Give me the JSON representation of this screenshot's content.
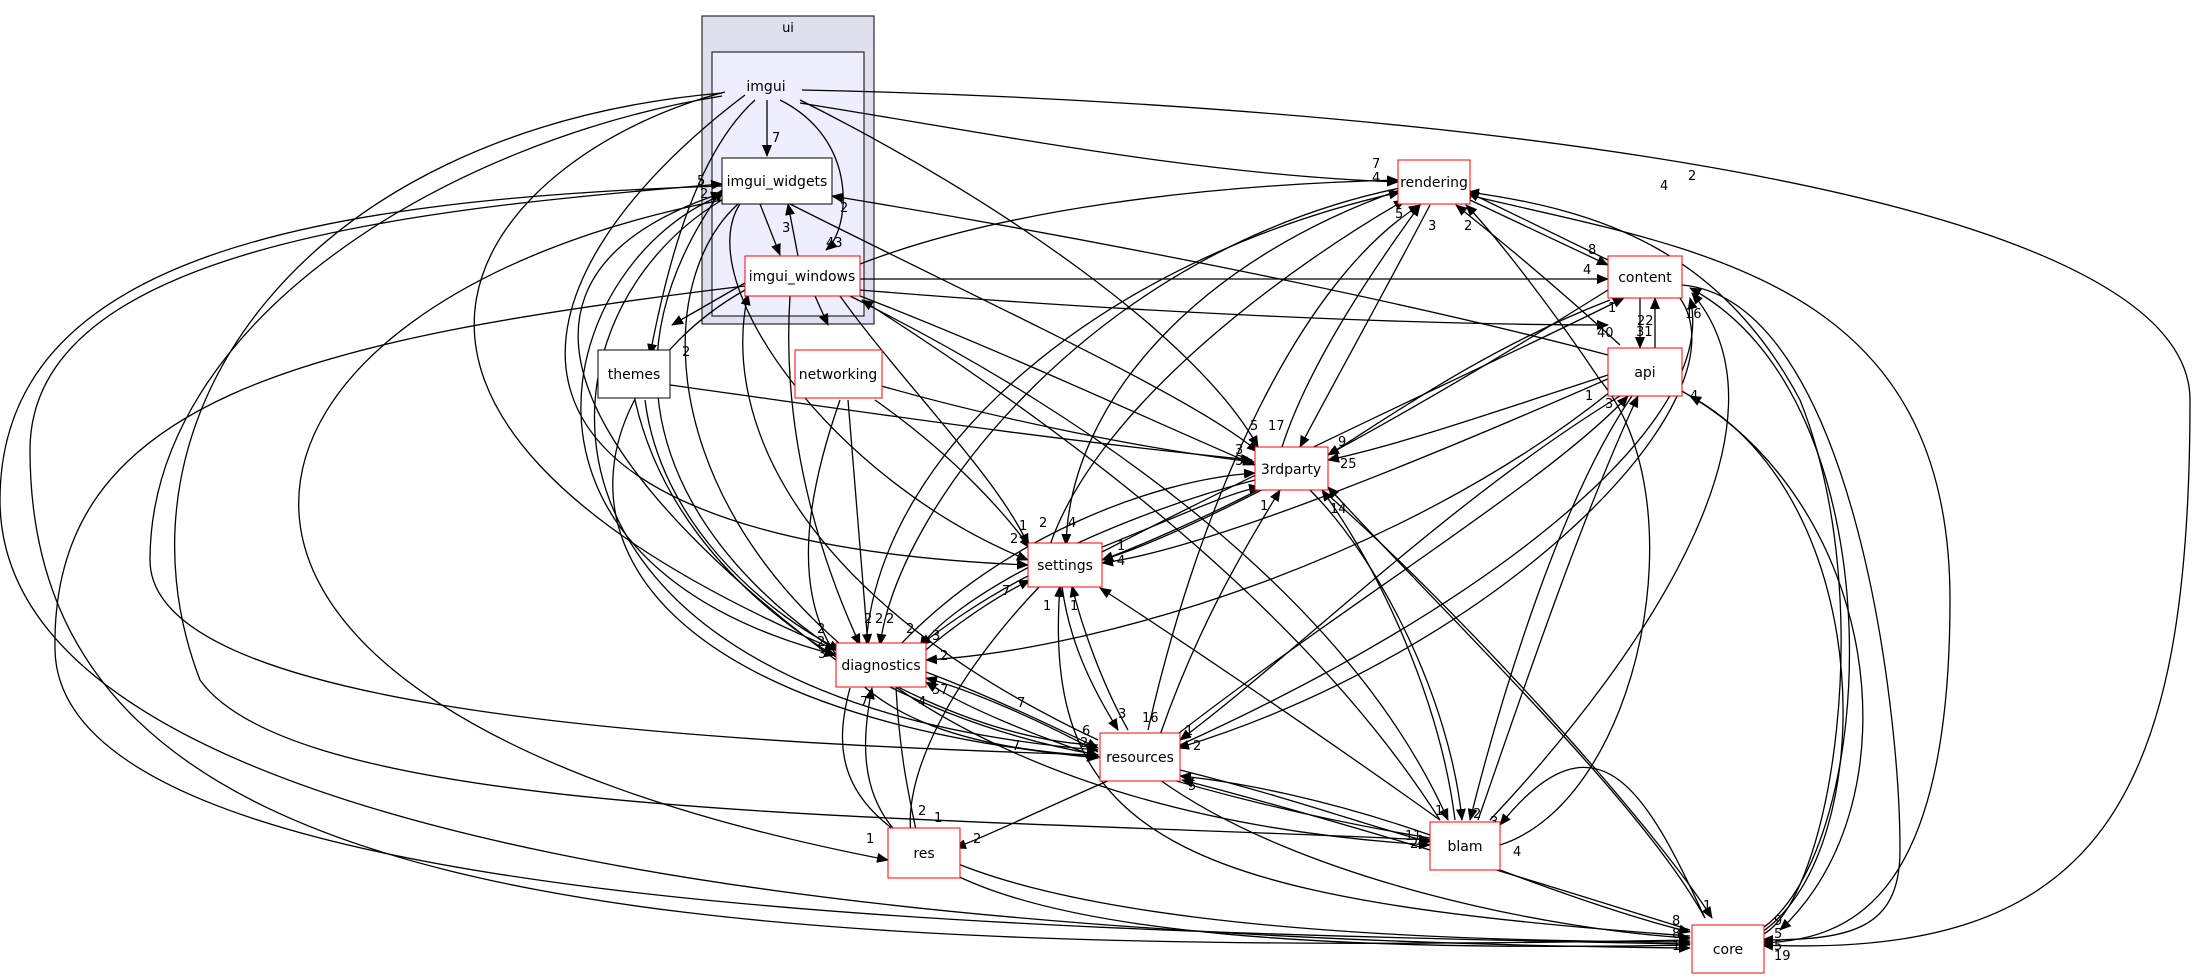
{
  "colors": {
    "outer_cluster_fill": "#dfdfef",
    "inner_cluster_fill": "#eeeeff",
    "node_border_internal": "#000000",
    "node_border_external": "#ff0000",
    "edge": "#000000"
  },
  "clusters": {
    "ui": "ui",
    "imgui": "imgui"
  },
  "nodes": {
    "imgui_widgets": "imgui_widgets",
    "imgui_windows": "imgui_windows",
    "themes": "themes",
    "networking": "networking",
    "rendering": "rendering",
    "content": "content",
    "api": "api",
    "thirdparty": "3rdparty",
    "settings": "settings",
    "diagnostics": "diagnostics",
    "resources": "resources",
    "res": "res",
    "blam": "blam",
    "core": "core"
  },
  "edge_labels": {
    "e01": "7",
    "e02": "2",
    "e03": "43",
    "e04": "3",
    "e05": "5",
    "e06": "2",
    "e07": "2",
    "e08": "7",
    "e09": "4",
    "e10": "5",
    "e11": "3",
    "e12": "2",
    "e13": "8",
    "e14": "4",
    "e15": "16",
    "e16": "1",
    "e17": "22",
    "e18": "31",
    "e19": "40",
    "e20": "6",
    "e21": "17",
    "e22": "9",
    "e23": "9",
    "e24": "25",
    "e25": "5",
    "e26": "3",
    "e27": "1",
    "e28": "14",
    "e29": "3",
    "e30": "1",
    "e31": "4",
    "e32": "1",
    "e33": "2",
    "e34": "2",
    "e35": "7",
    "e36": "1",
    "e37": "1",
    "e38": "4",
    "e39": "2",
    "e40": "2",
    "e41": "3",
    "e42": "2",
    "e43": "2",
    "e44": "2",
    "e45": "2",
    "e46": "3",
    "e47": "2",
    "e48": "4",
    "e49": "57",
    "e50": "7",
    "e51": "1",
    "e52": "6",
    "e53": "2",
    "e54": "3",
    "e55": "16",
    "e56": "1",
    "e57": "2",
    "e58": "2",
    "e59": "1",
    "e60": "2",
    "e61": "11",
    "e62": "2",
    "e63": "3",
    "e64": "4",
    "e65": "1",
    "e66": "2",
    "e67": "8",
    "e68": "8",
    "e69": "1",
    "e70": "19",
    "e71": "4",
    "e72": "3",
    "e73": "1",
    "e74": "5",
    "e75": "9",
    "e76": "5",
    "e77": "5",
    "e78": "1",
    "e79": "7",
    "e80": "7",
    "e81": "2",
    "e82": "4"
  }
}
